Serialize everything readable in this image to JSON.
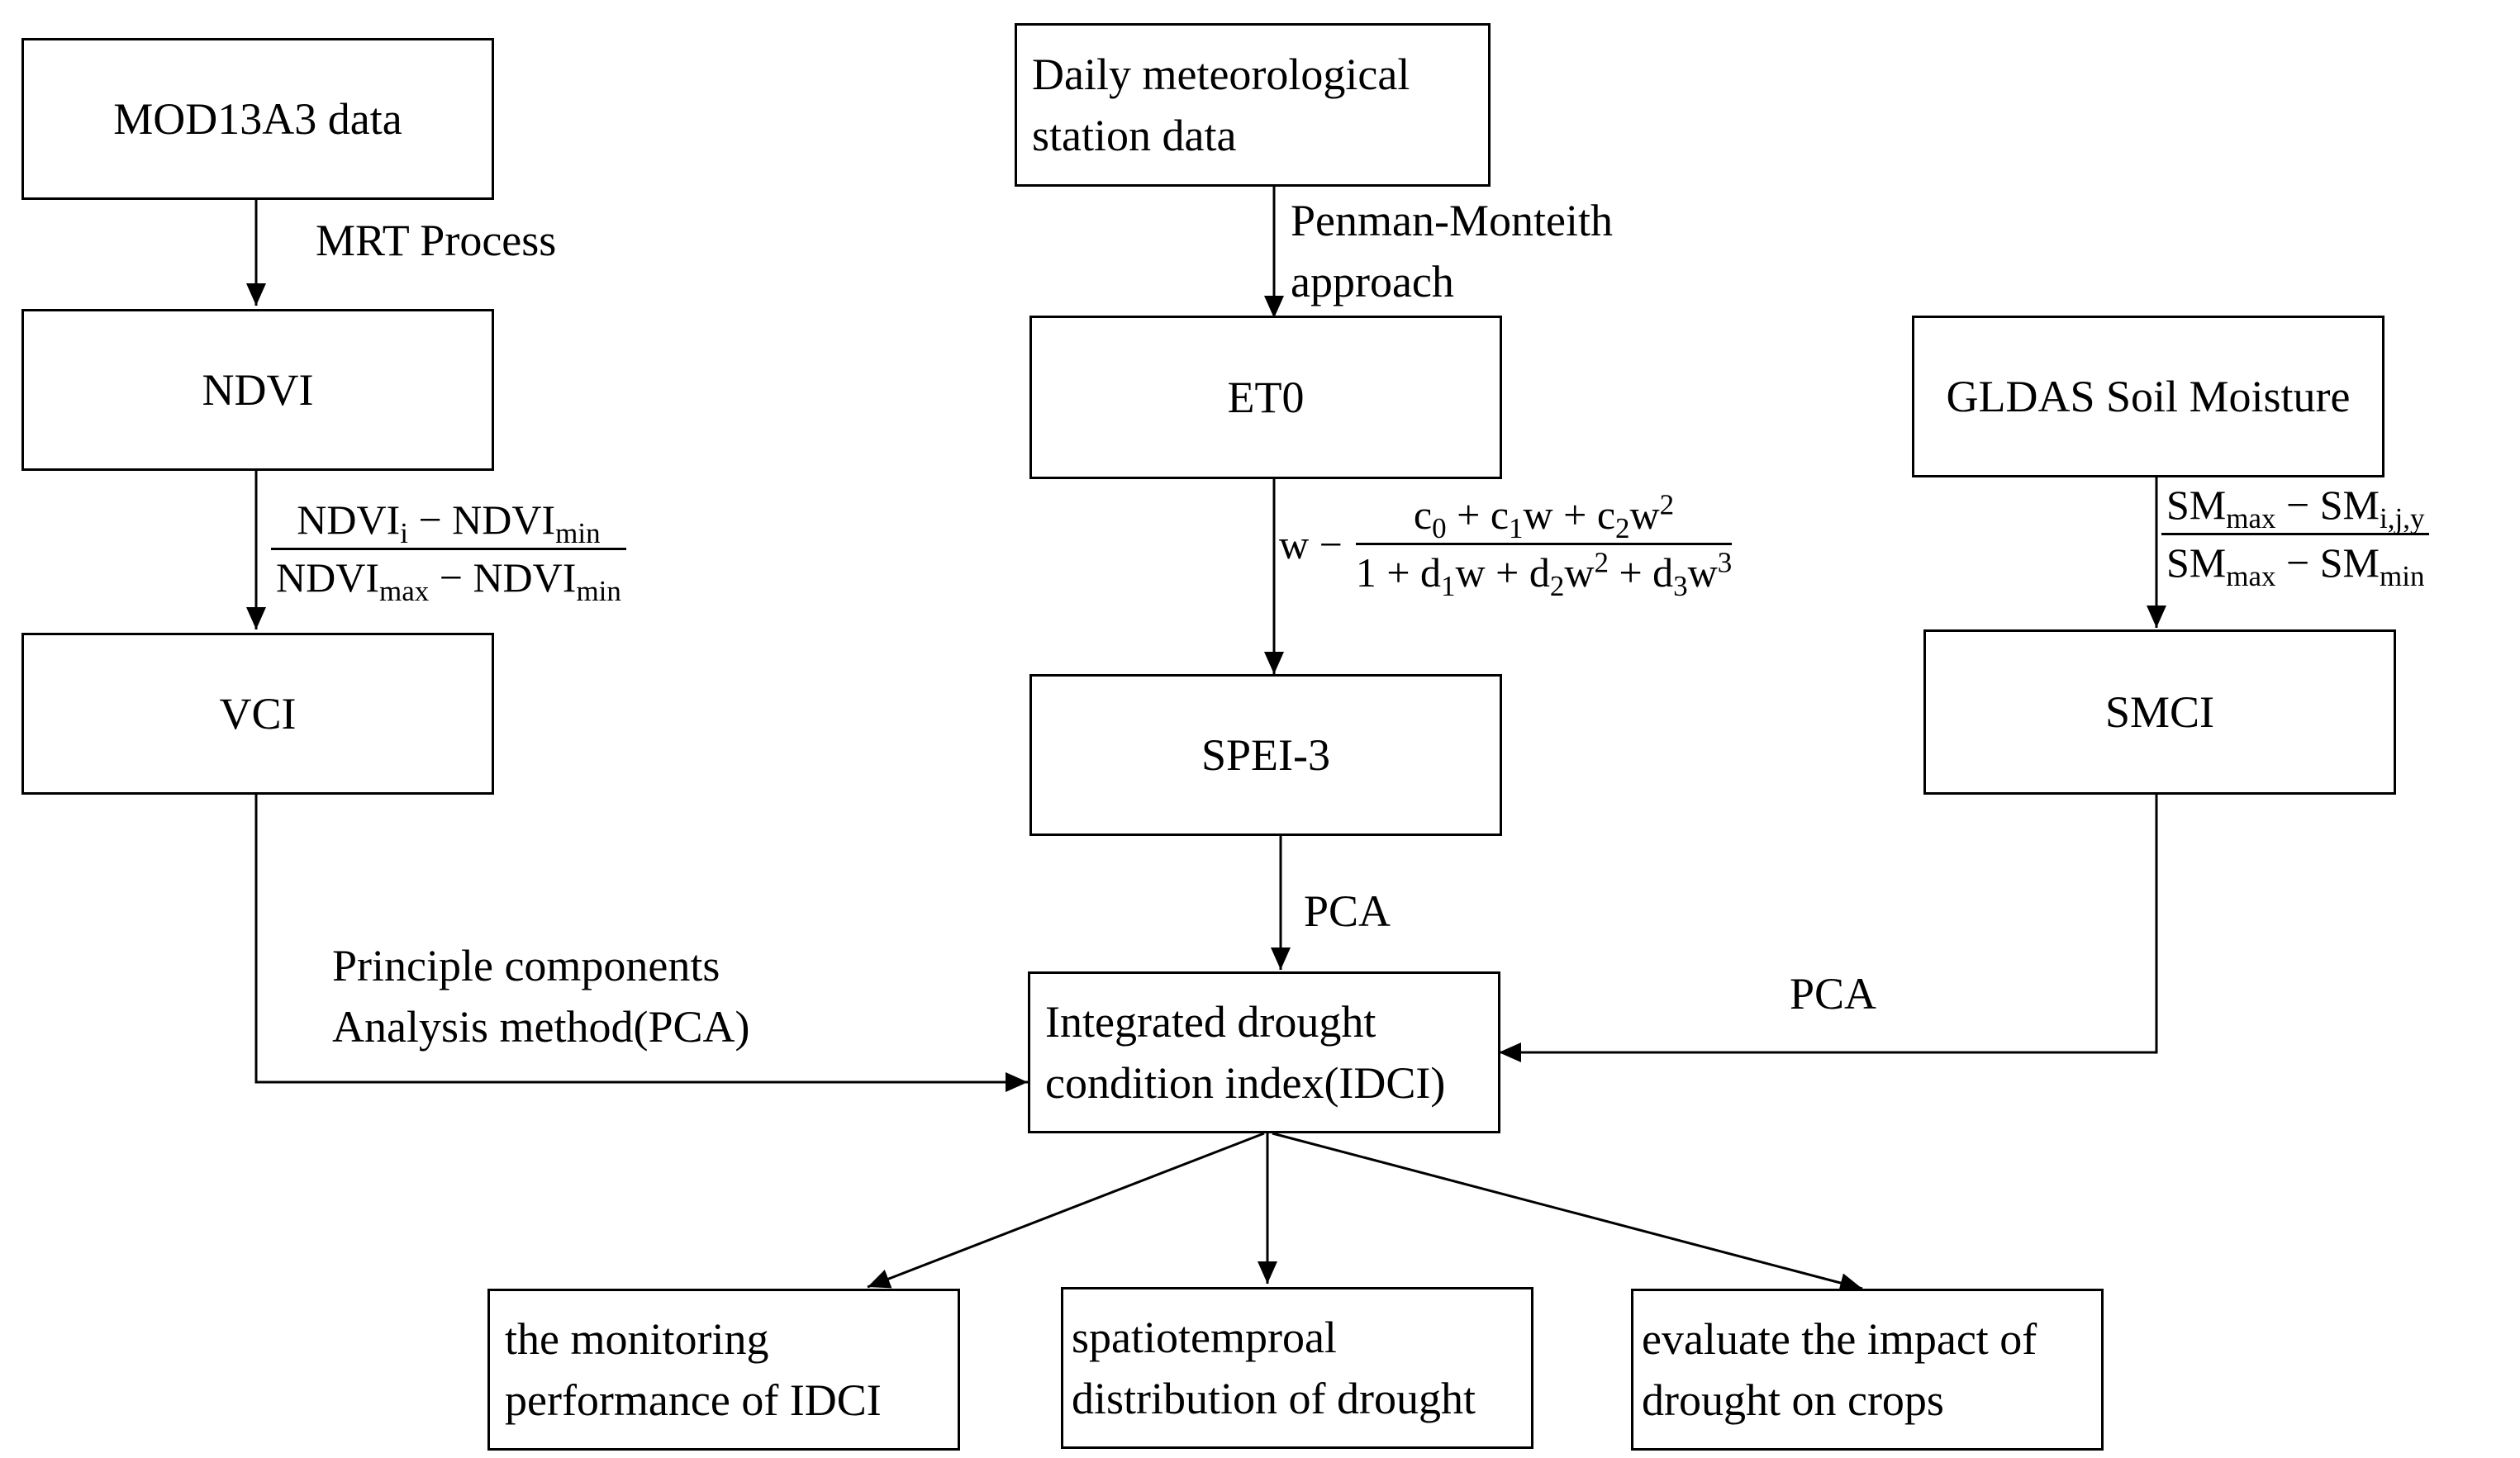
{
  "nodes": {
    "mod13a3": [
      "MOD13A3 data"
    ],
    "ndvi": [
      "NDVI"
    ],
    "vci": [
      "VCI"
    ],
    "daily": [
      "Daily meteorological",
      "station data"
    ],
    "et0": [
      "ET0"
    ],
    "spei3": [
      "SPEI-3"
    ],
    "gldas": [
      "GLDAS Soil Moisture"
    ],
    "smci": [
      "SMCI"
    ],
    "idci": [
      "Integrated drought",
      "condition index(IDCI)"
    ],
    "monitoring": [
      "the monitoring",
      "performance of IDCI"
    ],
    "spatiotemporal": [
      "spatiotemproal",
      "distribution of drought"
    ],
    "evaluate": [
      "evaluate the impact of",
      "drought on crops"
    ]
  },
  "edge_labels": {
    "mrt_process": [
      "MRT Process"
    ],
    "penman_monteith": [
      "Penman-Monteith",
      "approach"
    ],
    "pca_spei": [
      "PCA"
    ],
    "pca_smci": [
      "PCA"
    ],
    "pca_vci": [
      "Principle components",
      "Analysis method(PCA)"
    ]
  },
  "formulas": {
    "vci": {
      "numerator": [
        {
          "t": "NDVI"
        },
        {
          "sub": "i"
        },
        {
          "t": " − NDVI"
        },
        {
          "sub": "min"
        }
      ],
      "denominator": [
        {
          "t": "NDVI"
        },
        {
          "sub": "max"
        },
        {
          "t": " − NDVI"
        },
        {
          "sub": "min"
        }
      ]
    },
    "spei": {
      "prefix": "w −",
      "numerator": [
        {
          "t": "c"
        },
        {
          "sub": "0"
        },
        {
          "t": " + c"
        },
        {
          "sub": "1"
        },
        {
          "t": "w + c"
        },
        {
          "sub": "2"
        },
        {
          "t": "w"
        },
        {
          "sup": "2"
        }
      ],
      "denominator": [
        {
          "t": "1 + d"
        },
        {
          "sub": "1"
        },
        {
          "t": "w + d"
        },
        {
          "sub": "2"
        },
        {
          "t": "w"
        },
        {
          "sup": "2"
        },
        {
          "t": " + d"
        },
        {
          "sub": "3"
        },
        {
          "t": "w"
        },
        {
          "sup": "3"
        }
      ]
    },
    "smci": {
      "numerator": [
        {
          "t": "SM"
        },
        {
          "sub": "max"
        },
        {
          "t": " − SM"
        },
        {
          "sub": "i,j,y"
        }
      ],
      "denominator": [
        {
          "t": "SM"
        },
        {
          "sub": "max"
        },
        {
          "t": " − SM"
        },
        {
          "sub": "min"
        }
      ]
    }
  }
}
